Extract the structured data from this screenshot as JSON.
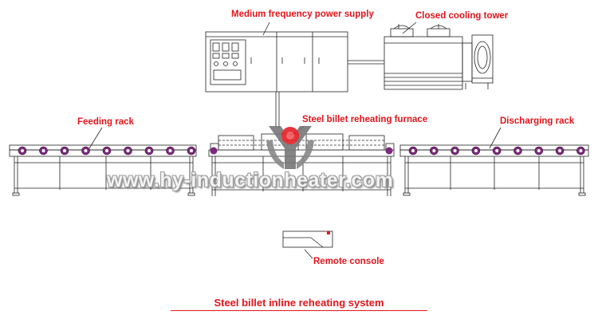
{
  "colors": {
    "label": "#e4141b",
    "line": "#222222",
    "roller": "#7a2a7a",
    "watermark_stroke": "#9a9a9a",
    "logo_red": "#e61e25",
    "logo_gray": "#777777"
  },
  "labels": {
    "power_supply": "Medium frequency power supply",
    "cooling_tower": "Closed cooling tower",
    "feeding_rack": "Feeding rack",
    "furnace": "Steel billet reheating furnace",
    "discharging_rack": "Discharging rack",
    "remote_console": "Remote console"
  },
  "watermark": "www.hy-inductionheater.com",
  "title": "Steel billet inline reheating system",
  "logo": {
    "name": "hy-logo",
    "lettering": ""
  }
}
